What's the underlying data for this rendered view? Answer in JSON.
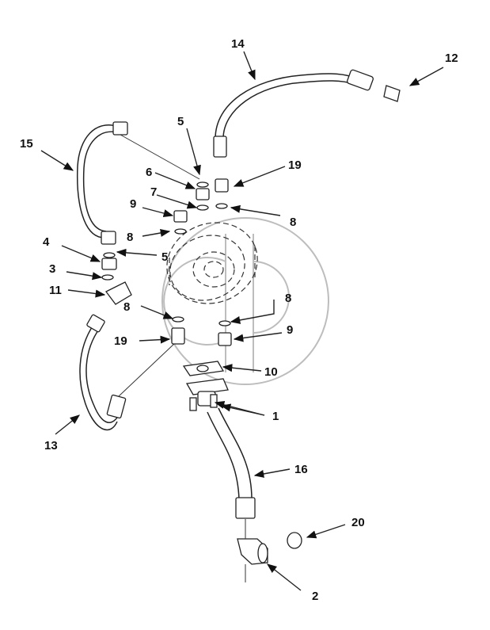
{
  "diagram": {
    "callouts": [
      "1",
      "2",
      "3",
      "4",
      "5",
      "5",
      "6",
      "7",
      "8",
      "8",
      "8",
      "8",
      "9",
      "9",
      "10",
      "11",
      "12",
      "13",
      "14",
      "15",
      "16",
      "19",
      "19",
      "20"
    ]
  }
}
